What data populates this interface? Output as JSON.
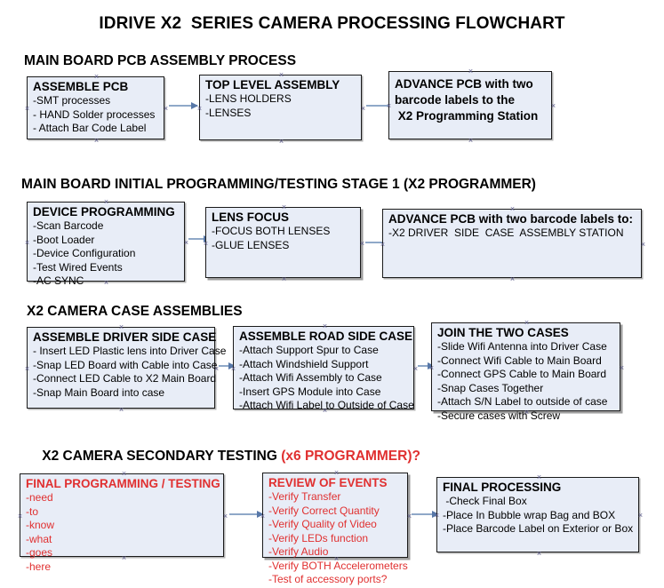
{
  "title": "IDRIVE X2  SERIES CAMERA PROCESSING FLOWCHART",
  "colors": {
    "box_fill": "#e8edf7",
    "box_border": "#1a1a1a",
    "arrow": "#8fa8c8",
    "accent_red": "#e03030",
    "text": "#000000"
  },
  "sections": [
    {
      "heading": "MAIN BOARD PCB ASSEMBLY PROCESS",
      "heading_accent": "",
      "nodes": [
        {
          "title": "ASSEMBLE PCB",
          "lines": [
            "-SMT processes",
            "- HAND Solder processes",
            "- Attach Bar Code Label"
          ]
        },
        {
          "title": "TOP LEVEL ASSEMBLY",
          "lines": [
            "-LENS HOLDERS",
            "-LENSES"
          ]
        },
        {
          "title_lines": [
            "ADVANCE PCB with two",
            "barcode labels to the",
            " X2 Programming Station"
          ],
          "lines": []
        }
      ]
    },
    {
      "heading": "MAIN BOARD INITIAL PROGRAMMING/TESTING STAGE 1 (X2 PROGRAMMER)",
      "heading_accent": "",
      "nodes": [
        {
          "title": "DEVICE PROGRAMMING",
          "lines": [
            "-Scan Barcode",
            "-Boot Loader",
            "-Device Configuration",
            "-Test Wired Events",
            "-AC SYNC"
          ]
        },
        {
          "title": "LENS FOCUS",
          "lines": [
            "-FOCUS BOTH LENSES",
            "-GLUE LENSES"
          ]
        },
        {
          "title": "ADVANCE PCB with two barcode labels to:",
          "lines": [
            "-X2 DRIVER  SIDE  CASE  ASSEMBLY STATION"
          ]
        }
      ]
    },
    {
      "heading": "X2 CAMERA CASE ASSEMBLIES",
      "heading_accent": "",
      "nodes": [
        {
          "title": "ASSEMBLE DRIVER SIDE CASE",
          "lines": [
            "- Insert LED Plastic lens into Driver Case",
            "-Snap LED Board with Cable into Case",
            "-Connect LED Cable to X2 Main Board",
            "-Snap Main Board into case"
          ]
        },
        {
          "title": "ASSEMBLE ROAD SIDE CASE",
          "lines": [
            "-Attach Support Spur to Case",
            "-Attach Windshield Support",
            "-Attach Wifi Assembly to Case",
            "-Insert GPS Module into Case",
            "-Attach Wifi Label to Outside of Case"
          ]
        },
        {
          "title": "JOIN THE TWO CASES",
          "lines": [
            "-Slide Wifi Antenna into Driver Case",
            "-Connect Wifi Cable to Main Board",
            "-Connect GPS Cable to Main Board",
            "-Snap Cases Together",
            "-Attach S/N Label to outside of case",
            "-Secure cases with Screw"
          ]
        }
      ]
    },
    {
      "heading": "X2 CAMERA SECONDARY TESTING ",
      "heading_accent": "(x6 PROGRAMMER)?",
      "nodes": [
        {
          "title": "FINAL PROGRAMMING / TESTING",
          "lines": [
            "-need",
            "-to",
            "-know",
            "-what",
            "-goes",
            "-here"
          ]
        },
        {
          "title": "REVIEW OF EVENTS",
          "lines": [
            "-Verify Transfer",
            "-Verify Correct Quantity",
            "-Verify Quality of Video",
            "-Verify LEDs function",
            "-Verify Audio",
            "-Verify BOTH Accelerometers",
            "-Test of accessory ports?"
          ]
        },
        {
          "title": "FINAL PROCESSING",
          "lines": [
            " -Check Final Box",
            "-Place In Bubble wrap Bag and BOX",
            "-Place Barcode Label on Exterior or Box"
          ]
        }
      ]
    }
  ]
}
